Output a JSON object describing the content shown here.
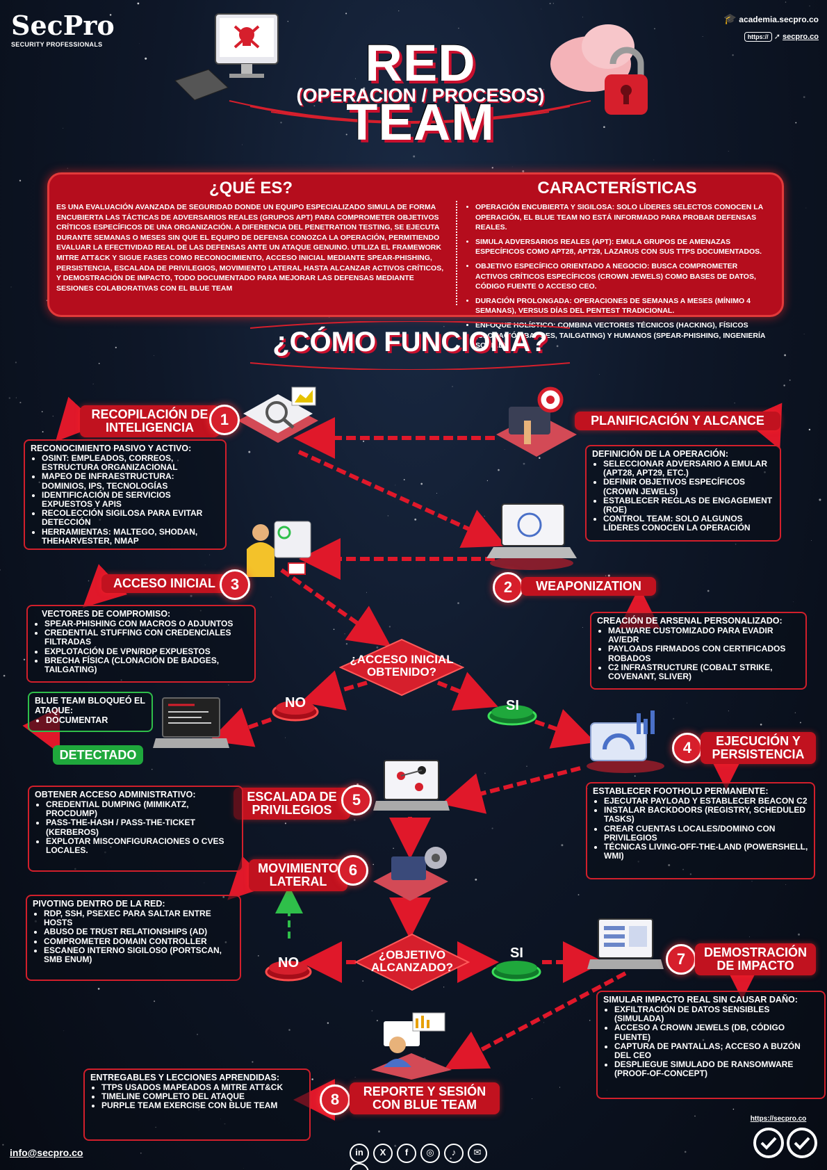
{
  "brand": {
    "name": "SecPro",
    "tagline": "SECURITY PROFESSIONALS"
  },
  "links": {
    "academy": "academia.secpro.co",
    "https_tag": "https://",
    "site": "secpro.co",
    "footer_site": "https://secpro.co",
    "email": "info@secpro.co"
  },
  "header": {
    "title": "RED TEAM",
    "subtitle": "(OPERACION / PROCESOS)"
  },
  "intro": {
    "what_title": "¿QUÉ ES?",
    "what_text": "ES UNA EVALUACIÓN AVANZADA DE SEGURIDAD DONDE UN EQUIPO ESPECIALIZADO SIMULA DE FORMA ENCUBIERTA LAS TÁCTICAS DE ADVERSARIOS REALES (GRUPOS APT) PARA COMPROMETER OBJETIVOS CRÍTICOS ESPECÍFICOS DE UNA ORGANIZACIÓN. A DIFERENCIA DEL PENETRATION TESTING, SE EJECUTA DURANTE SEMANAS O MESES SIN QUE EL EQUIPO DE DEFENSA CONOZCA LA OPERACIÓN, PERMITIENDO EVALUAR LA EFECTIVIDAD REAL DE LAS DEFENSAS ANTE UN ATAQUE GENUINO. UTILIZA EL FRAMEWORK MITRE ATT&CK Y SIGUE FASES COMO RECONOCIMIENTO, ACCESO INICIAL MEDIANTE SPEAR-PHISHING, PERSISTENCIA, ESCALADA DE PRIVILEGIOS, MOVIMIENTO LATERAL HASTA ALCANZAR ACTIVOS CRÍTICOS, Y DEMOSTRACIÓN DE IMPACTO, TODO DOCUMENTADO PARA MEJORAR LAS DEFENSAS MEDIANTE SESIONES COLABORATIVAS CON EL BLUE TEAM",
    "char_title": "CARACTERÍSTICAS",
    "char_items": [
      "OPERACIÓN ENCUBIERTA Y SIGILOSA: SOLO LÍDERES SELECTOS CONOCEN LA OPERACIÓN, EL BLUE TEAM NO ESTÁ INFORMADO PARA PROBAR DEFENSAS REALES.",
      "SIMULA ADVERSARIOS REALES (APT): EMULA GRUPOS DE AMENAZAS ESPECÍFICOS COMO APT28, APT29, LAZARUS CON SUS TTPS DOCUMENTADOS.",
      "OBJETIVO ESPECÍFICO ORIENTADO A NEGOCIO: BUSCA COMPROMETER ACTIVOS CRÍTICOS ESPECÍFICOS (CROWN JEWELS) COMO BASES DE DATOS, CÓDIGO FUENTE O ACCESO CEO.",
      "DURACIÓN PROLONGADA: OPERACIONES DE SEMANAS A MESES (MÍNIMO 4 SEMANAS), VERSUS DÍAS DEL PENTEST TRADICIONAL.",
      "ENFOQUE HOLÍSTICO: COMBINA VECTORES TÉCNICOS (HACKING), FÍSICOS (CLONACIÓN BADGES, TAILGATING) Y HUMANOS (SPEAR-PHISHING, INGENIERÍA SOCIAL)."
    ]
  },
  "how_title": "¿CÓMO FUNCIONA?",
  "steps": {
    "s1": {
      "num": "1",
      "label": "RECOPILACIÓN DE INTELIGENCIA",
      "box_title": "RECONOCIMIENTO PASIVO Y ACTIVO:",
      "items": [
        "OSINT: EMPLEADOS, CORREOS, ESTRUCTURA ORGANIZACIONAL",
        "MAPEO DE INFRAESTRUCTURA: DOMINIOS, IPS, TECNOLOGÍAS",
        "IDENTIFICACIÓN DE SERVICIOS EXPUESTOS Y APIS",
        "RECOLECCIÓN SIGILOSA PARA EVITAR DETECCIÓN",
        "HERRAMIENTAS: MALTEGO, SHODAN, THEHARVESTER, NMAP"
      ]
    },
    "s0": {
      "label": "PLANIFICACIÓN Y ALCANCE",
      "box_title": "DEFINICIÓN DE LA OPERACIÓN:",
      "items": [
        "SELECCIONAR ADVERSARIO A EMULAR (APT28, APT29, ETC.)",
        "DEFINIR OBJETIVOS ESPECÍFICOS (CROWN JEWELS)",
        "ESTABLECER REGLAS DE ENGAGEMENT (ROE)",
        "CONTROL TEAM: SOLO ALGUNOS LÍDERES CONOCEN LA OPERACIÓN"
      ]
    },
    "s2": {
      "num": "2",
      "label": "WEAPONIZATION",
      "box_title": "CREACIÓN DE ARSENAL PERSONALIZADO:",
      "items": [
        "MALWARE CUSTOMIZADO PARA EVADIR AV/EDR",
        "PAYLOADS FIRMADOS CON CERTIFICADOS ROBADOS",
        "C2 INFRASTRUCTURE (COBALT STRIKE, COVENANT, SLIVER)"
      ]
    },
    "s3": {
      "num": "3",
      "label": "ACCESO INICIAL",
      "box_title": "VECTORES DE COMPROMISO:",
      "items": [
        "SPEAR-PHISHING CON MACROS O ADJUNTOS",
        "CREDENTIAL STUFFING CON CREDENCIALES FILTRADAS",
        "EXPLOTACIÓN DE VPN/RDP EXPUESTOS",
        "BRECHA FÍSICA (CLONACIÓN DE BADGES, TAILGATING)"
      ]
    },
    "s4": {
      "num": "4",
      "label": "EJECUCIÓN Y PERSISTENCIA",
      "box_title": "ESTABLECER FOOTHOLD PERMANENTE:",
      "items": [
        "EJECUTAR PAYLOAD Y ESTABLECER BEACON C2",
        "INSTALAR BACKDOORS (REGISTRY, SCHEDULED TASKS)",
        "CREAR CUENTAS LOCALES/DOMINO CON PRIVILEGIOS",
        "TÉCNICAS LIVING-OFF-THE-LAND (POWERSHELL, WMI)"
      ]
    },
    "s5": {
      "num": "5",
      "label": "ESCALADA DE PRIVILEGIOS",
      "box_title": "OBTENER ACCESO ADMINISTRATIVO:",
      "items": [
        "CREDENTIAL DUMPING (MIMIKATZ, PROCDUMP)",
        "PASS-THE-HASH / PASS-THE-TICKET (KERBEROS)",
        "EXPLOTAR MISCONFIGURACIONES O CVES LOCALES."
      ]
    },
    "s6": {
      "num": "6",
      "label": "MOVIMIENTO LATERAL",
      "box_title": "PIVOTING DENTRO DE LA RED:",
      "items": [
        "RDP, SSH, PSEXEC PARA SALTAR ENTRE HOSTS",
        "ABUSO DE TRUST RELATIONSHIPS (AD)",
        "COMPROMETER DOMAIN CONTROLLER",
        "ESCANEO INTERNO SIGILOSO (PORTSCAN, SMB ENUM)"
      ]
    },
    "s7": {
      "num": "7",
      "label": "DEMOSTRACIÓN DE IMPACTO",
      "box_title": "SIMULAR IMPACTO REAL SIN CAUSAR DAÑO:",
      "items": [
        "EXFILTRACIÓN DE DATOS SENSIBLES (SIMULADA)",
        "ACCESO A CROWN JEWELS (DB, CÓDIGO FUENTE)",
        "CAPTURA DE PANTALLAS; ACCESO A BUZÓN DEL CEO",
        "DESPLIEGUE SIMULADO DE RANSOMWARE (PROOF-OF-CONCEPT)"
      ]
    },
    "s8": {
      "num": "8",
      "label": "REPORTE Y SESIÓN CON BLUE TEAM",
      "box_title": "ENTREGABLES Y LECCIONES APRENDIDAS:",
      "items": [
        "TTPS USADOS MAPEADOS A MITRE ATT&CK",
        "TIMELINE COMPLETO DEL ATAQUE",
        "PURPLE TEAM EXERCISE CON BLUE TEAM"
      ]
    }
  },
  "decisions": {
    "d1": {
      "question": "¿ACCESO INICIAL OBTENIDO?",
      "no": "NO",
      "yes": "SI"
    },
    "d2": {
      "question": "¿OBJETIVO ALCANZADO?",
      "no": "NO",
      "yes": "SI"
    }
  },
  "blocked": {
    "title": "BLUE TEAM BLOQUEÓ EL ATAQUE:",
    "items": [
      "DOCUMENTAR"
    ],
    "status": "DETECTADO"
  },
  "social_icons": [
    "linkedin-icon",
    "x-icon",
    "facebook-icon",
    "instagram-icon",
    "tiktok-icon",
    "chat-icon",
    "github-icon"
  ],
  "social_glyphs": [
    "in",
    "X",
    "f",
    "◎",
    "♪",
    "✉",
    "●"
  ],
  "colors": {
    "accent": "#c1121f",
    "success": "#1fa83c",
    "background": "#0b1322"
  }
}
